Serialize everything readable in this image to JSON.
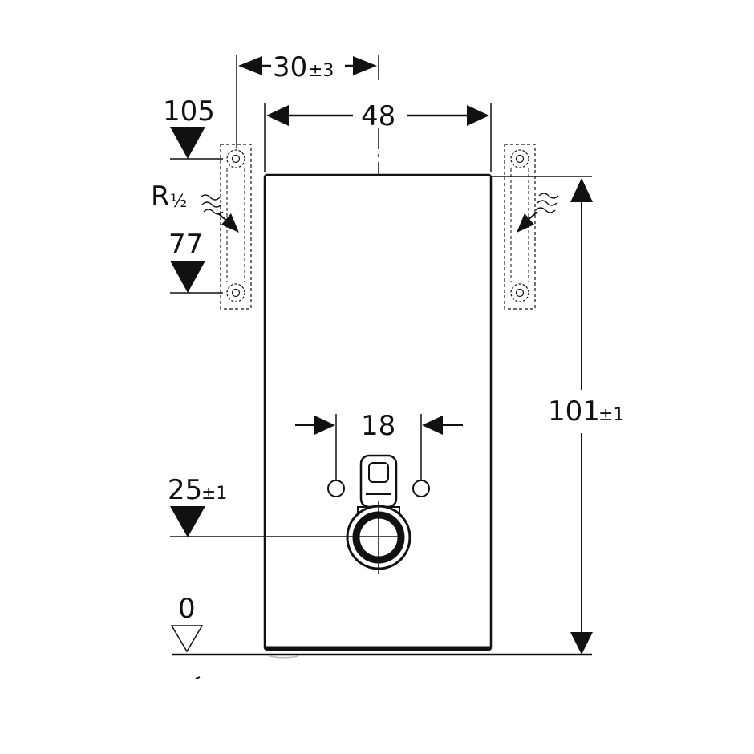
{
  "labels": {
    "width_30": "30",
    "tol_30": "±3",
    "width_48": "48",
    "level_105": "105",
    "thread": "R",
    "thread_size": "½",
    "level_77": "77",
    "gap_18": "18",
    "height_101": "101",
    "tol_101": "±1",
    "level_25": "25",
    "tol_25": "±1",
    "level_0": "0"
  },
  "colors": {
    "line": "#111111",
    "panel_fill": "#ffffff",
    "background": "#ffffff"
  }
}
